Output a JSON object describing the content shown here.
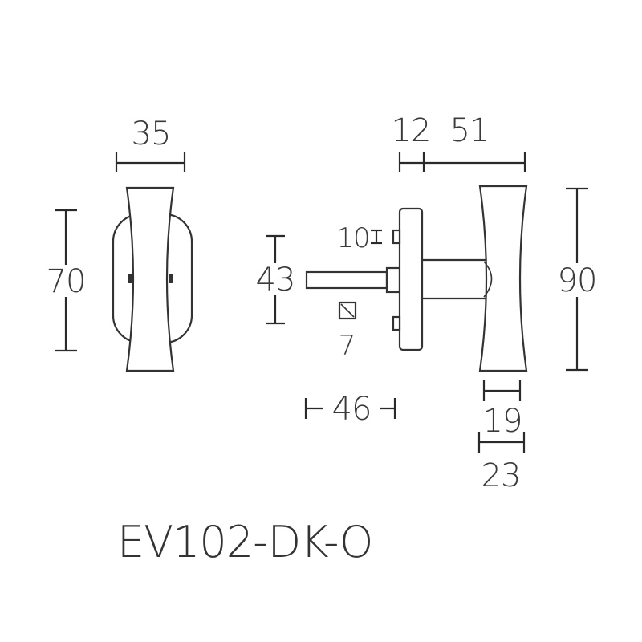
{
  "model": "EV102-DK-O",
  "dimensions": {
    "front_width": "35",
    "front_height": "70",
    "rose_thickness": "12",
    "handle_offset": "51",
    "spindle_length": "43",
    "rose_height": "10",
    "spindle_square": "7",
    "projection": "46",
    "handle_length": "90",
    "handle_width": "19",
    "handle_depth": "23"
  }
}
